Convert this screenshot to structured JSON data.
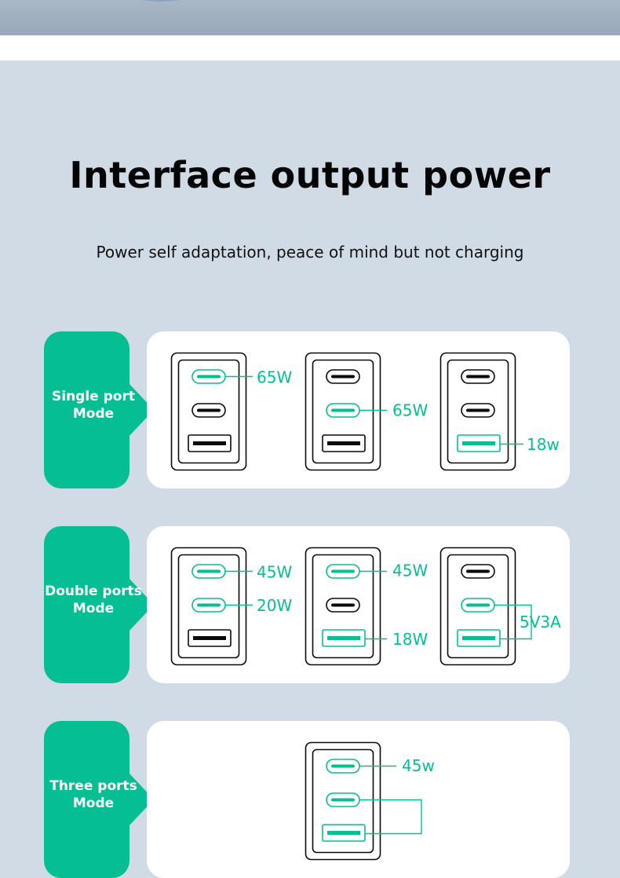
{
  "header": {
    "title": "Interface output power",
    "subtitle": "Power self adaptation, peace of mind but not charging"
  },
  "colors": {
    "accent": "#06be93",
    "background": "#d1dbe5",
    "card": "#ffffff",
    "port_dark": "#0a0a0a"
  },
  "modes": [
    {
      "label": "Single port\nMode",
      "chargers": [
        {
          "active_ports": [
            "C1"
          ],
          "labels": [
            "65W"
          ]
        },
        {
          "active_ports": [
            "C2"
          ],
          "labels": [
            "65W"
          ]
        },
        {
          "active_ports": [
            "A"
          ],
          "labels": [
            "18w"
          ]
        }
      ]
    },
    {
      "label": "Double ports\nMode",
      "chargers": [
        {
          "active_ports": [
            "C1",
            "C2"
          ],
          "labels": [
            "45W",
            "20W"
          ]
        },
        {
          "active_ports": [
            "C1",
            "A"
          ],
          "labels": [
            "45W",
            "18W"
          ]
        },
        {
          "active_ports": [
            "C2",
            "A"
          ],
          "labels": [
            "5V3A"
          ]
        }
      ]
    },
    {
      "label": "Three ports\nMode",
      "chargers": [
        {
          "active_ports": [
            "C1",
            "C2",
            "A"
          ],
          "labels": [
            "45w"
          ]
        }
      ]
    }
  ]
}
